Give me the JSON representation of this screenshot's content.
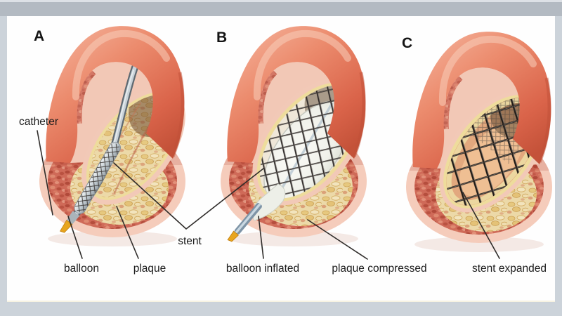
{
  "figure": {
    "description": "Three-stage angioplasty and stent placement diagram in a coronary artery",
    "panels": [
      {
        "letter": "A"
      },
      {
        "letter": "B"
      },
      {
        "letter": "C"
      }
    ],
    "annotations": {
      "catheter": "catheter",
      "balloon": "balloon",
      "plaque": "plaque",
      "stent": "stent",
      "balloon_inflated": "balloon inflated",
      "plaque_compressed": "plaque compressed",
      "stent_expanded": "stent expanded"
    },
    "colors": {
      "frame_border": "#ccd3da",
      "frame_top_bar": "#b3bac2",
      "canvas": "#fefefe",
      "artery_outer_wall": "#e0684e",
      "artery_cut_rim": "#f5ccbb",
      "artery_muscle_wall": "#cf6a58",
      "inner_lamina": "#eedc9c",
      "plaque": "#ecd9a8",
      "lumen_depth": "#6e4830",
      "catheter_shaft": "#7e8890",
      "catheter_tip": "#e8a51e",
      "balloon": "#f2f3ee",
      "stent_mesh": "#24201d",
      "label_text": "#1b1b1b"
    }
  }
}
